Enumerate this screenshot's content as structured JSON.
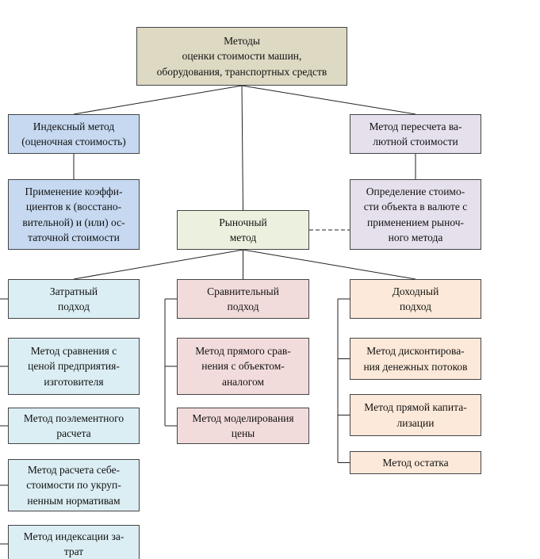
{
  "nodes": {
    "root": {
      "text": "Методы\nоценки стоимости машин,\nоборудования, транспортных средств",
      "color": "#ddd9c3"
    },
    "index": {
      "text": "Индексный метод\n(оценочная стоимость)",
      "color": "#c6d9f1"
    },
    "index_apply": {
      "text": "Применение коэффи-\nциентов к (восстано-\nвительной) и (или) ос-\nтаточной стоимости",
      "color": "#c6d9f1"
    },
    "currency": {
      "text": "Метод пересчета ва-\nлютной стоимости",
      "color": "#e5e0ec"
    },
    "currency_def": {
      "text": "Определение стоимо-\nсти объекта в валюте с\nприменением рыноч-\nного метода",
      "color": "#e5e0ec"
    },
    "market": {
      "text": "Рыночный\nметод",
      "color": "#ebf1de"
    },
    "cost": {
      "text": "Затратный\nподход",
      "color": "#dbeef4"
    },
    "cost_m1": {
      "text": "Метод сравнения с\nценой предприятия-\nизготовителя",
      "color": "#dbeef4"
    },
    "cost_m2": {
      "text": "Метод поэлементного\nрасчета",
      "color": "#dbeef4"
    },
    "cost_m3": {
      "text": "Метод расчета себе-\nстоимости по укруп-\nненным нормативам",
      "color": "#dbeef4"
    },
    "cost_m4": {
      "text": "Метод индексации за-\nтрат",
      "color": "#dbeef4"
    },
    "comp": {
      "text": "Сравнительный\nподход",
      "color": "#f2dcdb"
    },
    "comp_m1": {
      "text": "Метод прямого срав-\nнения с объектом-\nаналогом",
      "color": "#f2dcdb"
    },
    "comp_m2": {
      "text": "Метод моделирования\nцены",
      "color": "#f2dcdb"
    },
    "income": {
      "text": "Доходный\nподход",
      "color": "#fde9d9"
    },
    "income_m1": {
      "text": "Метод дисконтирова-\nния денежных потоков",
      "color": "#fde9d9"
    },
    "income_m2": {
      "text": "Метод прямой капита-\nлизации",
      "color": "#fde9d9"
    },
    "income_m3": {
      "text": "Метод остатка",
      "color": "#fde9d9"
    }
  },
  "edges": [
    {
      "from": "root",
      "to": "index",
      "style": "solid"
    },
    {
      "from": "root",
      "to": "currency",
      "style": "solid"
    },
    {
      "from": "root",
      "to": "market",
      "style": "solid"
    },
    {
      "from": "index",
      "to": "index_apply",
      "style": "solid"
    },
    {
      "from": "currency",
      "to": "currency_def",
      "style": "solid"
    },
    {
      "from": "market",
      "to": "currency_def",
      "style": "dashed"
    },
    {
      "from": "market",
      "to": "cost",
      "style": "solid"
    },
    {
      "from": "market",
      "to": "comp",
      "style": "solid"
    },
    {
      "from": "market",
      "to": "income",
      "style": "solid"
    },
    {
      "from": "cost",
      "to": "cost_m1",
      "style": "bracket"
    },
    {
      "from": "cost",
      "to": "cost_m2",
      "style": "bracket"
    },
    {
      "from": "cost",
      "to": "cost_m3",
      "style": "bracket"
    },
    {
      "from": "cost",
      "to": "cost_m4",
      "style": "bracket"
    },
    {
      "from": "comp",
      "to": "comp_m1",
      "style": "bracket"
    },
    {
      "from": "comp",
      "to": "comp_m2",
      "style": "bracket"
    },
    {
      "from": "income",
      "to": "income_m1",
      "style": "bracket"
    },
    {
      "from": "income",
      "to": "income_m2",
      "style": "bracket"
    },
    {
      "from": "income",
      "to": "income_m3",
      "style": "bracket"
    }
  ]
}
